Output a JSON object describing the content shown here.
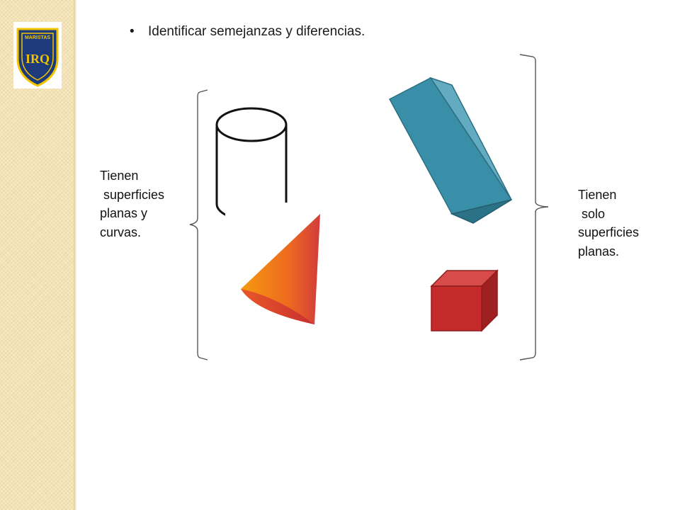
{
  "slide": {
    "bullet": "Identificar semejanzas y diferencias.",
    "bullet_symbol": "•",
    "left_caption": "Tienen\n superficies\nplanas y\ncurvas.",
    "right_caption": "Tienen\n solo\nsuperficies\nplanas."
  },
  "logo": {
    "top_text": "MARISTAS",
    "monogram": "IRQ",
    "colors": {
      "navy": "#1d3a7a",
      "gold": "#f2c400"
    }
  },
  "shapes": {
    "cylinder": {
      "icon": "cylinder-icon",
      "stroke": "#111111"
    },
    "cone": {
      "icon": "cone-icon",
      "colors": [
        "#f59a10",
        "#e8502a",
        "#d23c3c"
      ]
    },
    "prism": {
      "icon": "rectangular-prism-icon",
      "colors": [
        "#3a8fa8",
        "#60a9bf",
        "#2c7287"
      ]
    },
    "cube": {
      "icon": "cube-icon",
      "colors": [
        "#c62b2b",
        "#d84b4b",
        "#9e2020"
      ]
    }
  },
  "colors": {
    "strip": "#f4e3b5",
    "text": "#111111",
    "bracket": "#555555"
  }
}
